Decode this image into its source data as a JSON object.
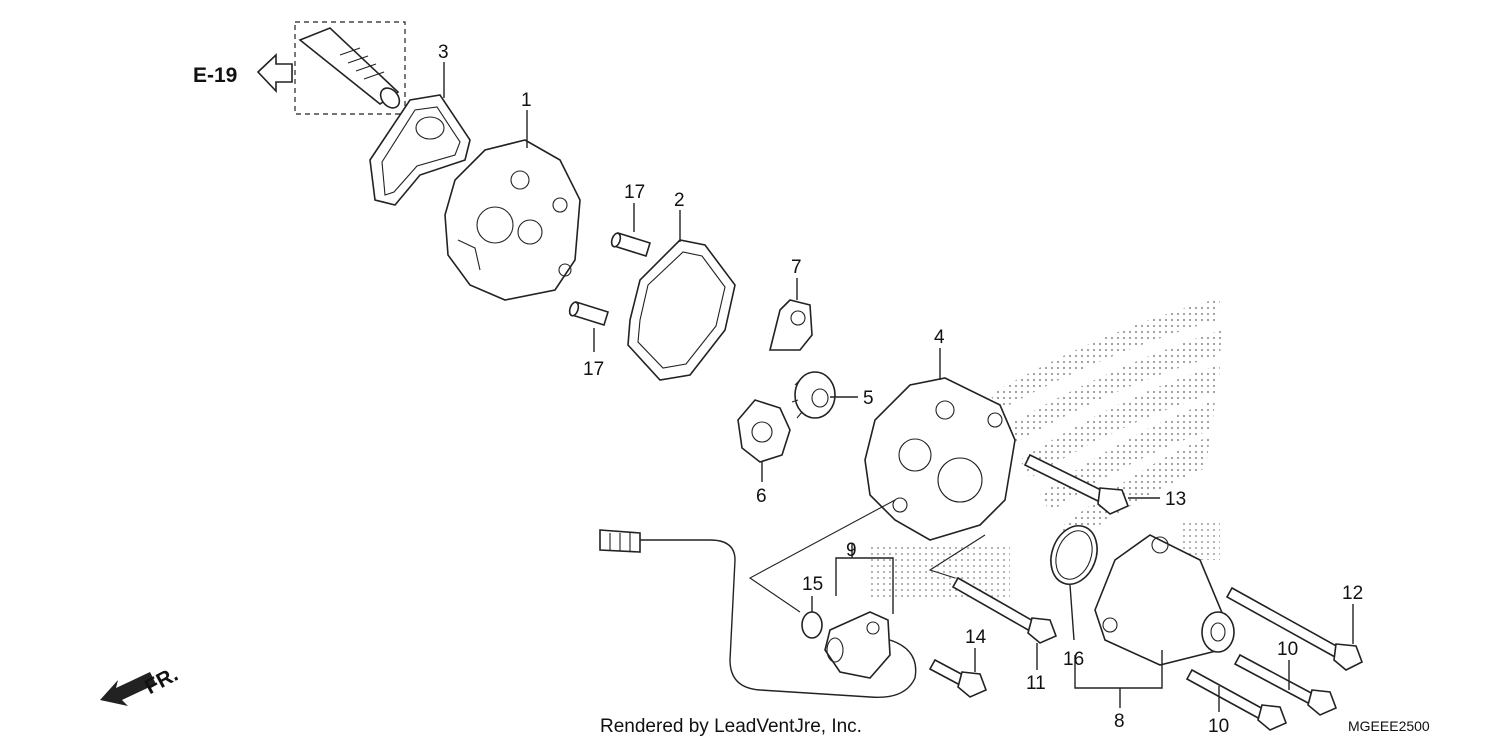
{
  "reference_label": "E-19",
  "front_label": "FR.",
  "callouts": {
    "p1": "1",
    "p2": "2",
    "p3": "3",
    "p4": "4",
    "p5": "5",
    "p6": "6",
    "p7": "7",
    "p8": "8",
    "p9": "9",
    "p10a": "10",
    "p10b": "10",
    "p11": "11",
    "p12": "12",
    "p13": "13",
    "p14": "14",
    "p15": "15",
    "p16": "16",
    "p17a": "17",
    "p17b": "17"
  },
  "footer": {
    "render_credit": "Rendered by LeadVentJre, Inc.",
    "diagram_code": "MGEEE2500"
  },
  "colors": {
    "line": "#222222",
    "dots": "#9a9a9a",
    "background": "#ffffff"
  }
}
